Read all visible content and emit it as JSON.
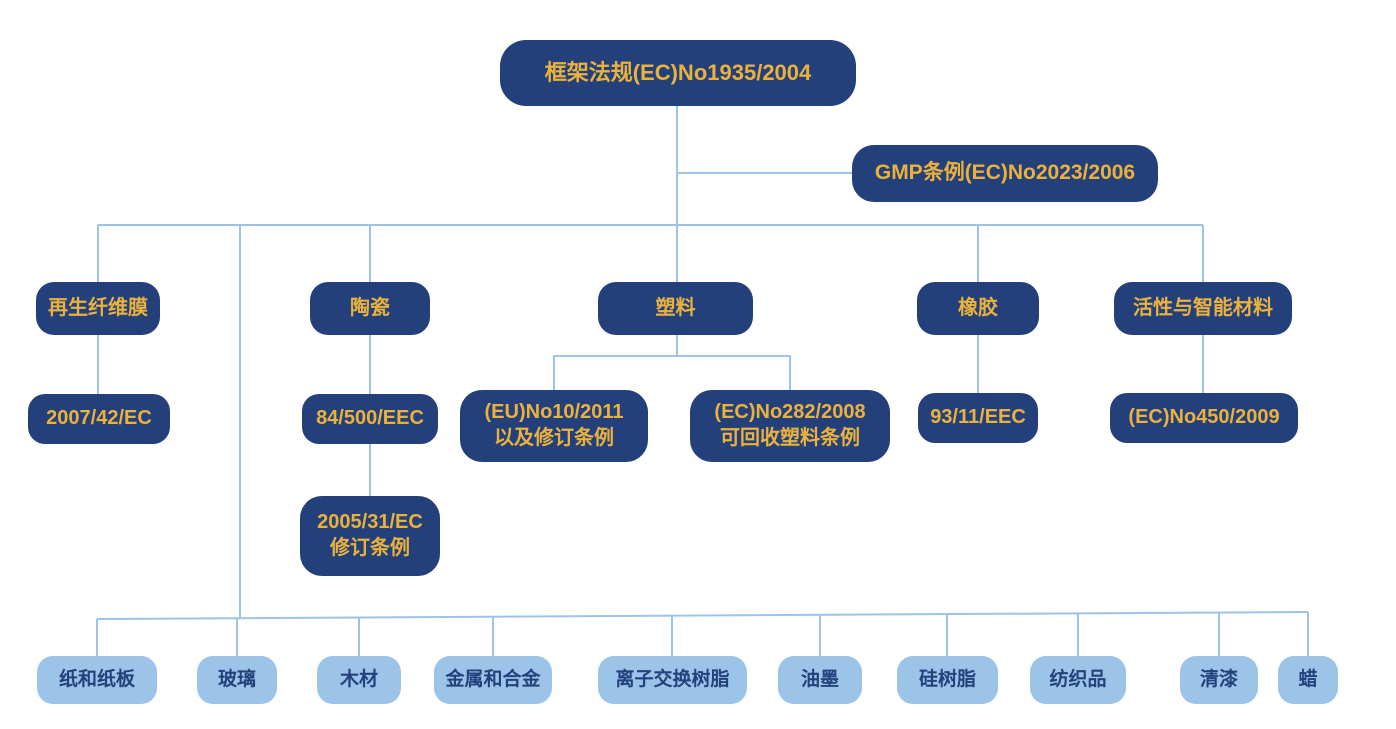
{
  "colors": {
    "node_dark": "#24407B",
    "node_dark_text": "#EAB23C",
    "node_light": "#9CC3E8",
    "node_light_text": "#24417D",
    "connector": "#9DC3E6",
    "background": "#FFFFFF"
  },
  "root": {
    "label": "框架法规(EC)No1935/2004"
  },
  "gmp": {
    "label": "GMP条例(EC)No2023/2006"
  },
  "level2": [
    {
      "label": "再生纤维膜"
    },
    {
      "label": "陶瓷"
    },
    {
      "label": "塑料"
    },
    {
      "label": "橡胶"
    },
    {
      "label": "活性与智能材料"
    }
  ],
  "level3": [
    {
      "label": "2007/42/EC"
    },
    {
      "label": "84/500/EEC"
    },
    {
      "label": "(EU)No10/2011\n以及修订条例"
    },
    {
      "label": "(EC)No282/2008\n可回收塑料条例"
    },
    {
      "label": "93/11/EEC"
    },
    {
      "label": "(EC)No450/2009"
    }
  ],
  "level4": [
    {
      "label": "2005/31/EC\n修订条例"
    }
  ],
  "materials": [
    {
      "label": "纸和纸板"
    },
    {
      "label": "玻璃"
    },
    {
      "label": "木材"
    },
    {
      "label": "金属和合金"
    },
    {
      "label": "离子交换树脂"
    },
    {
      "label": "油墨"
    },
    {
      "label": "硅树脂"
    },
    {
      "label": "纺织品"
    },
    {
      "label": "清漆"
    },
    {
      "label": "蜡"
    }
  ]
}
